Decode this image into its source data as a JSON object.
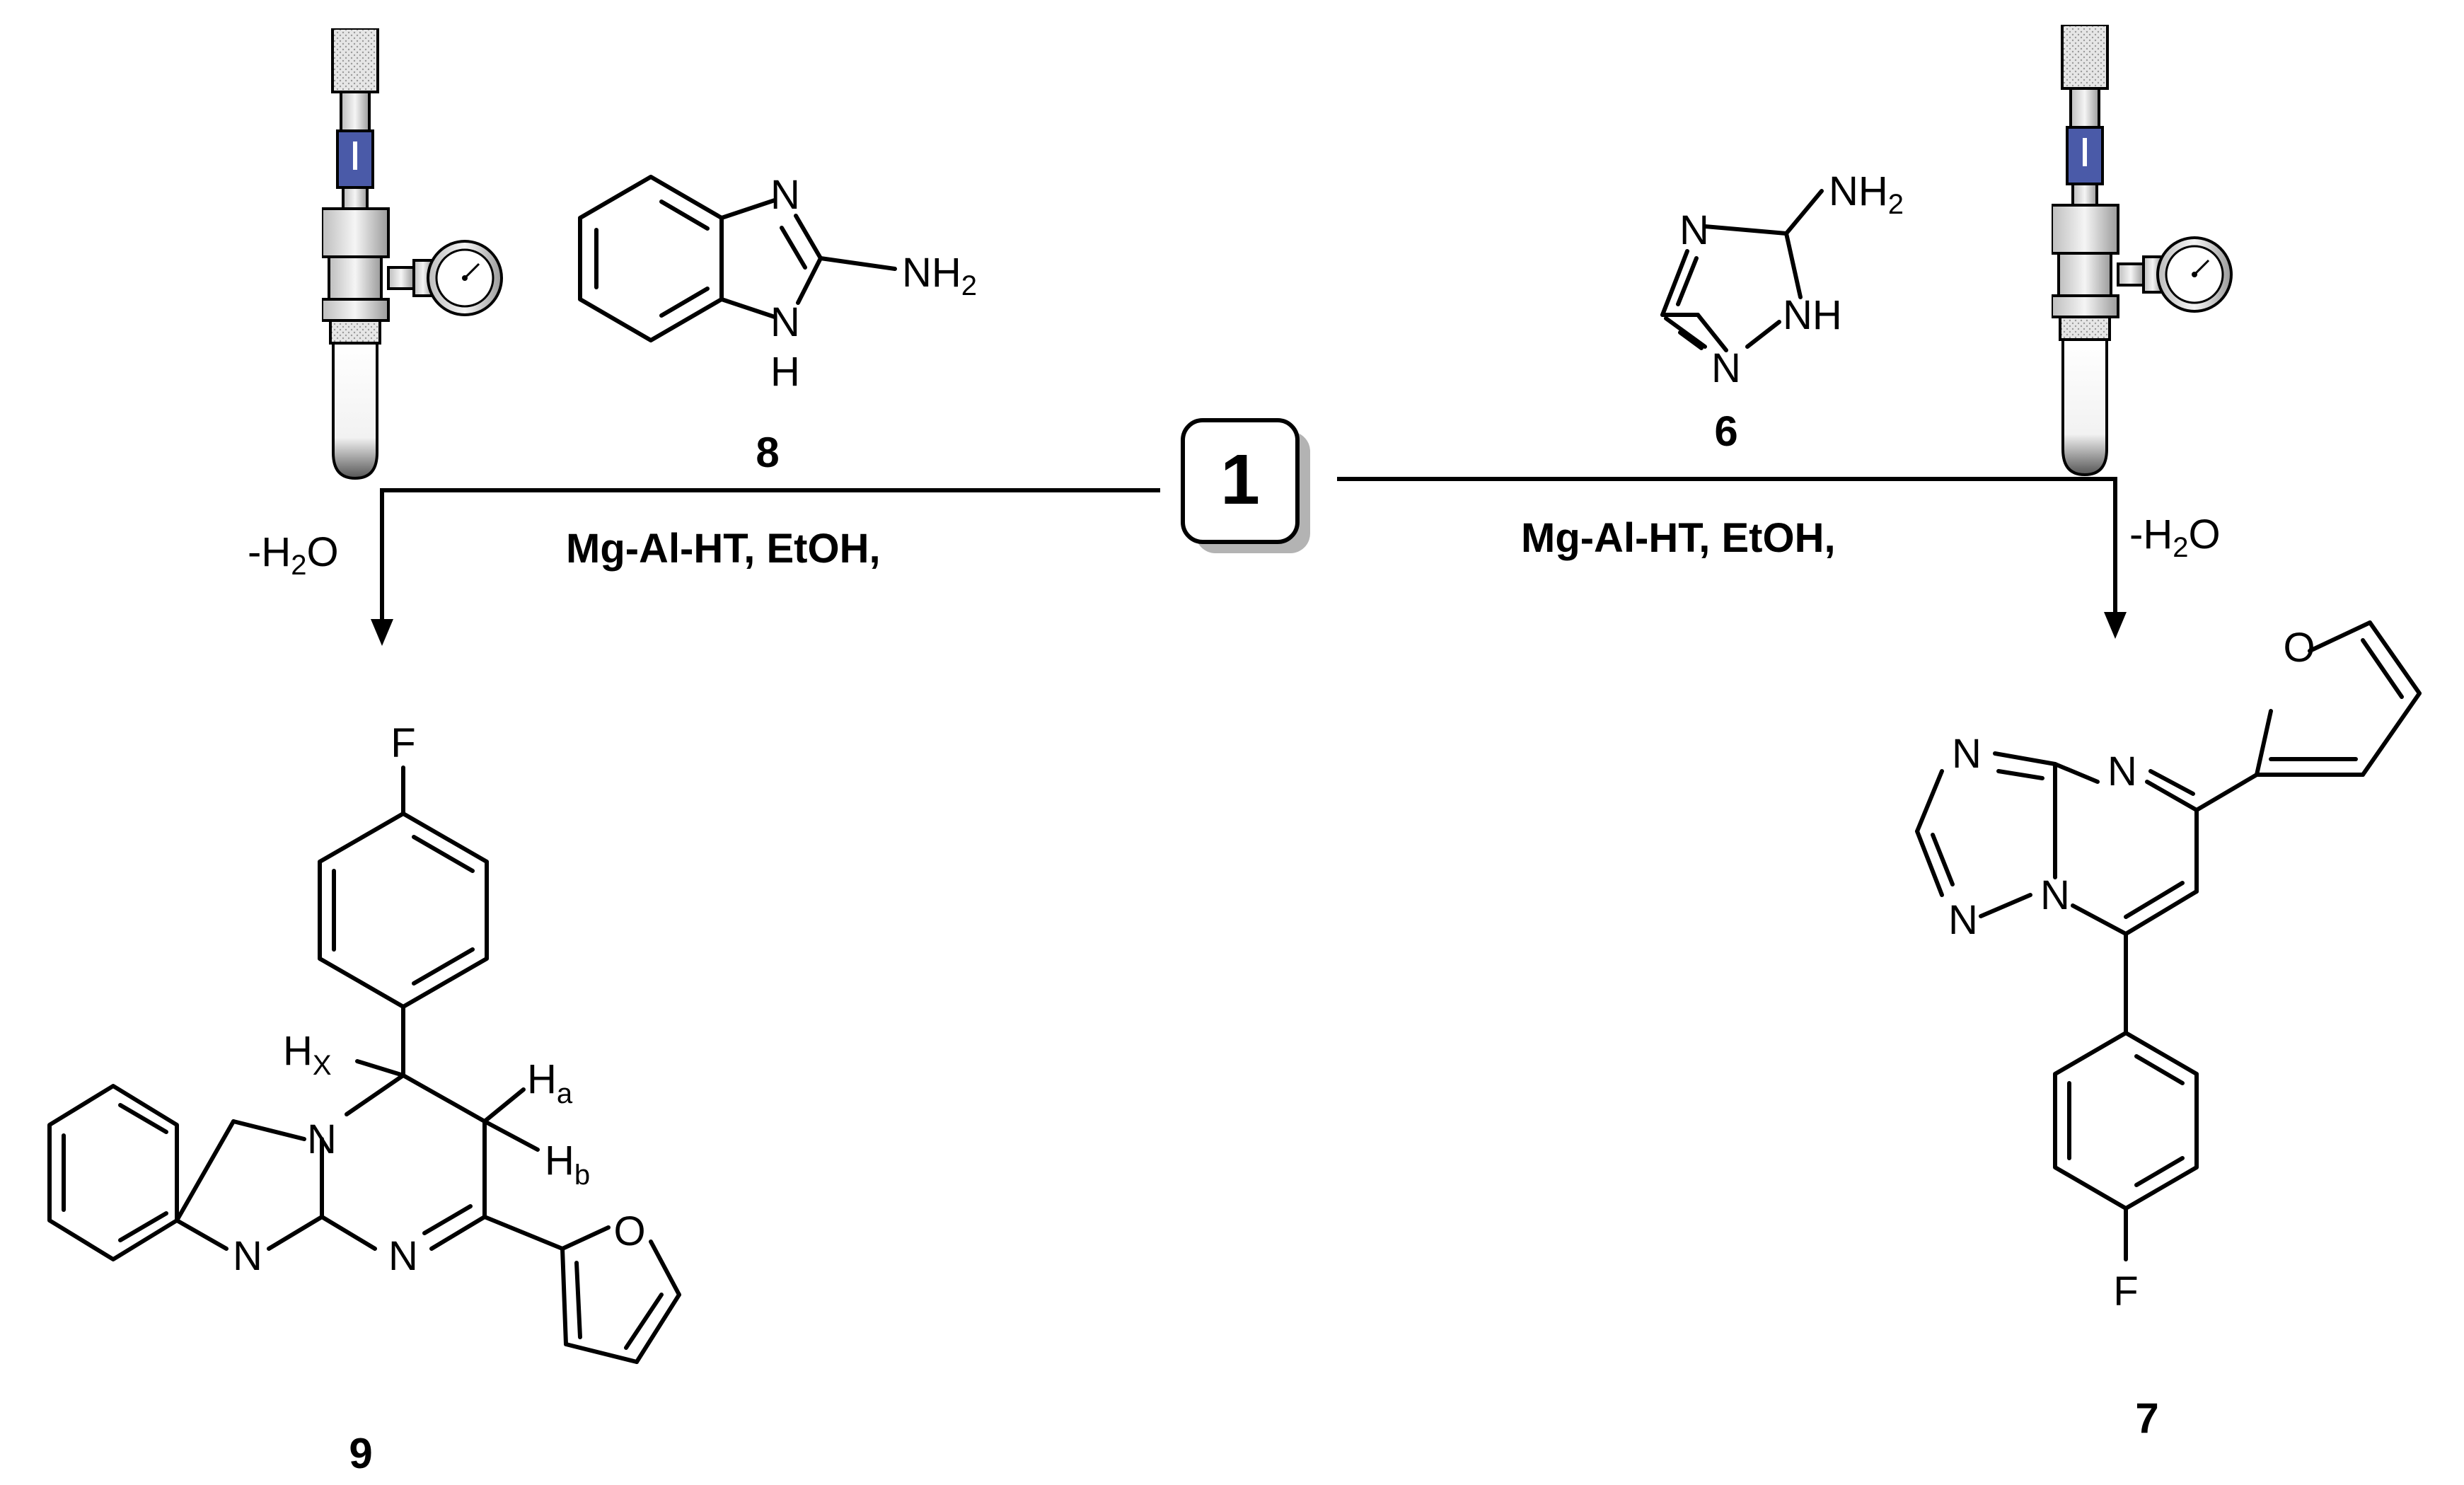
{
  "center_compound": {
    "label": "1"
  },
  "left_reaction": {
    "reagent_label": "8",
    "reagent_atoms": {
      "n_top": "N",
      "nh2": "NH",
      "nh2_sub": "2",
      "nh_bottom": "N",
      "nh_bottom_h": "H"
    },
    "conditions": "Mg-Al-HT,  EtOH,",
    "byproduct": "-H",
    "byproduct_sub": "2",
    "byproduct_tail": "O",
    "product_label": "9",
    "product_atoms": {
      "f": "F",
      "hx": "H",
      "hx_sub": "X",
      "ha": "H",
      "ha_sub": "a",
      "hb": "H",
      "hb_sub": "b",
      "n_ring": "N",
      "n_low_left": "N",
      "n_low_right": "N",
      "o_furan": "O"
    }
  },
  "right_reaction": {
    "reagent_label": "6",
    "reagent_atoms": {
      "nh2": "NH",
      "nh2_sub": "2",
      "n_top": "N",
      "nh_right": "NH",
      "n_bottom": "N"
    },
    "conditions": "Mg-Al-HT,  EtOH,",
    "byproduct": "-H",
    "byproduct_sub": "2",
    "byproduct_tail": "O",
    "product_label": "7",
    "product_atoms": {
      "o_furan": "O",
      "n_tri_top": "N",
      "n_pyr_top": "N",
      "n_bridge": "N",
      "n_tri_bottom": "N",
      "f": "F"
    }
  },
  "colors": {
    "vessel_blue": "#4a5aa8",
    "shadow_gray": "#b3b3b3",
    "line_black": "#000000"
  }
}
